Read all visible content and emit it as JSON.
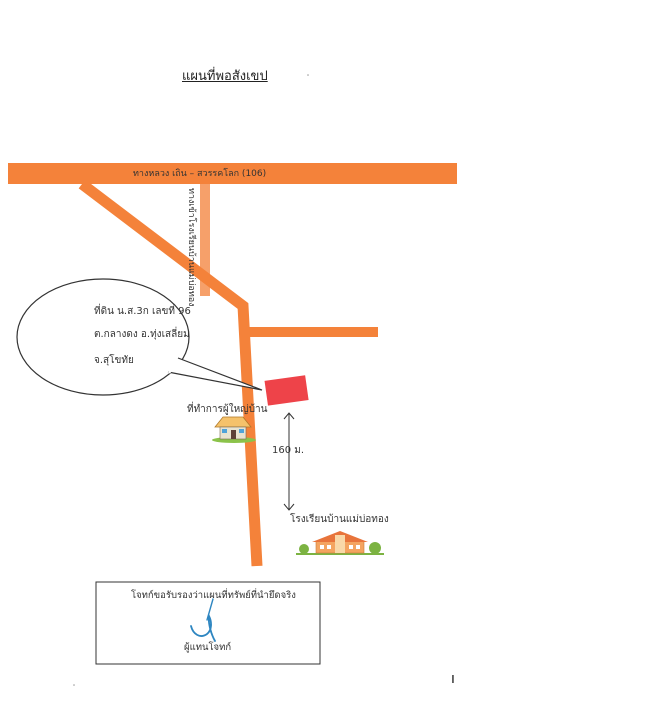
{
  "map": {
    "title": "แผนที่พอสังเขป",
    "highway_label": "ทางหลวง เถิน – สวรรคโลก (106)",
    "side_road_label": "ทางเข้าโรงเรียนบ้านแม่บ่อทอง",
    "land_info": {
      "line1": "ที่ดิน น.ส.3ก เลขที่ 96",
      "line2": "ต.กลางดง อ.ทุ่งเสลี่ยม",
      "line3": "จ.สุโขทัย"
    },
    "headman_office_label": "ที่ทำการผู้ใหญ่บ้าน",
    "distance_label": "160 ม.",
    "school_label": "โรงเรียนบ้านแม่บ่อทอง",
    "certification_text": "โจทก์ขอรับรองว่าแผนที่ทรัพย์ที่นำยึดจริง",
    "signer_label": "ผู้แทนโจทก์",
    "page_mark": "ı"
  },
  "colors": {
    "road": "#F4823A",
    "plot": "#EE4349",
    "arrow": "#333333",
    "signature": "#2E86C1"
  },
  "icons": {
    "headman_office": "house-icon",
    "school": "school-building-icon"
  }
}
